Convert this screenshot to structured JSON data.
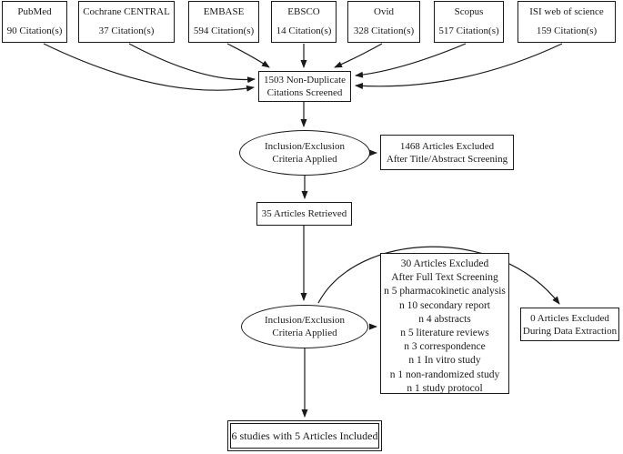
{
  "diagram": {
    "sources": [
      {
        "name": "PubMed",
        "count": "90 Citation(s)"
      },
      {
        "name": "Cochrane CENTRAL",
        "count": "37 Citation(s)"
      },
      {
        "name": "EMBASE",
        "count": "594 Citation(s)"
      },
      {
        "name": "EBSCO",
        "count": "14 Citation(s)"
      },
      {
        "name": "Ovid",
        "count": "328 Citation(s)"
      },
      {
        "name": "Scopus",
        "count": "517 Citation(s)"
      },
      {
        "name": "ISI web of science",
        "count": "159 Citation(s)"
      }
    ],
    "screened_box": {
      "line1": "1503 Non-Duplicate",
      "line2": "Citations Screened"
    },
    "criteria_ellipse_1": {
      "line1": "Inclusion/Exclusion",
      "line2": "Criteria Applied"
    },
    "title_abstract_excluded_box": {
      "line1": "1468 Articles Excluded",
      "line2": "After Title/Abstract Screening"
    },
    "retrieved_box": {
      "label": "35 Articles Retrieved"
    },
    "criteria_ellipse_2": {
      "line1": "Inclusion/Exclusion",
      "line2": "Criteria Applied"
    },
    "fulltext_excluded_box": {
      "lines": [
        "30 Articles Excluded",
        "After Full Text Screening",
        "n 5 pharmacokinetic analysis",
        "n 10 secondary report",
        "n 4 abstracts",
        "n 5 literature reviews",
        "n 3 correspondence",
        "n 1 In vitro study",
        "n 1 non-randomized study",
        "n 1 study protocol"
      ]
    },
    "data_extraction_excluded_box": {
      "line1": "0 Articles Excluded",
      "line2": "During Data Extraction"
    },
    "included_box": {
      "label": "6 studies with 5 Articles Included"
    }
  },
  "colors": {
    "line": "#1a1a1a",
    "text": "#1a1a1a",
    "background": "#ffffff"
  }
}
